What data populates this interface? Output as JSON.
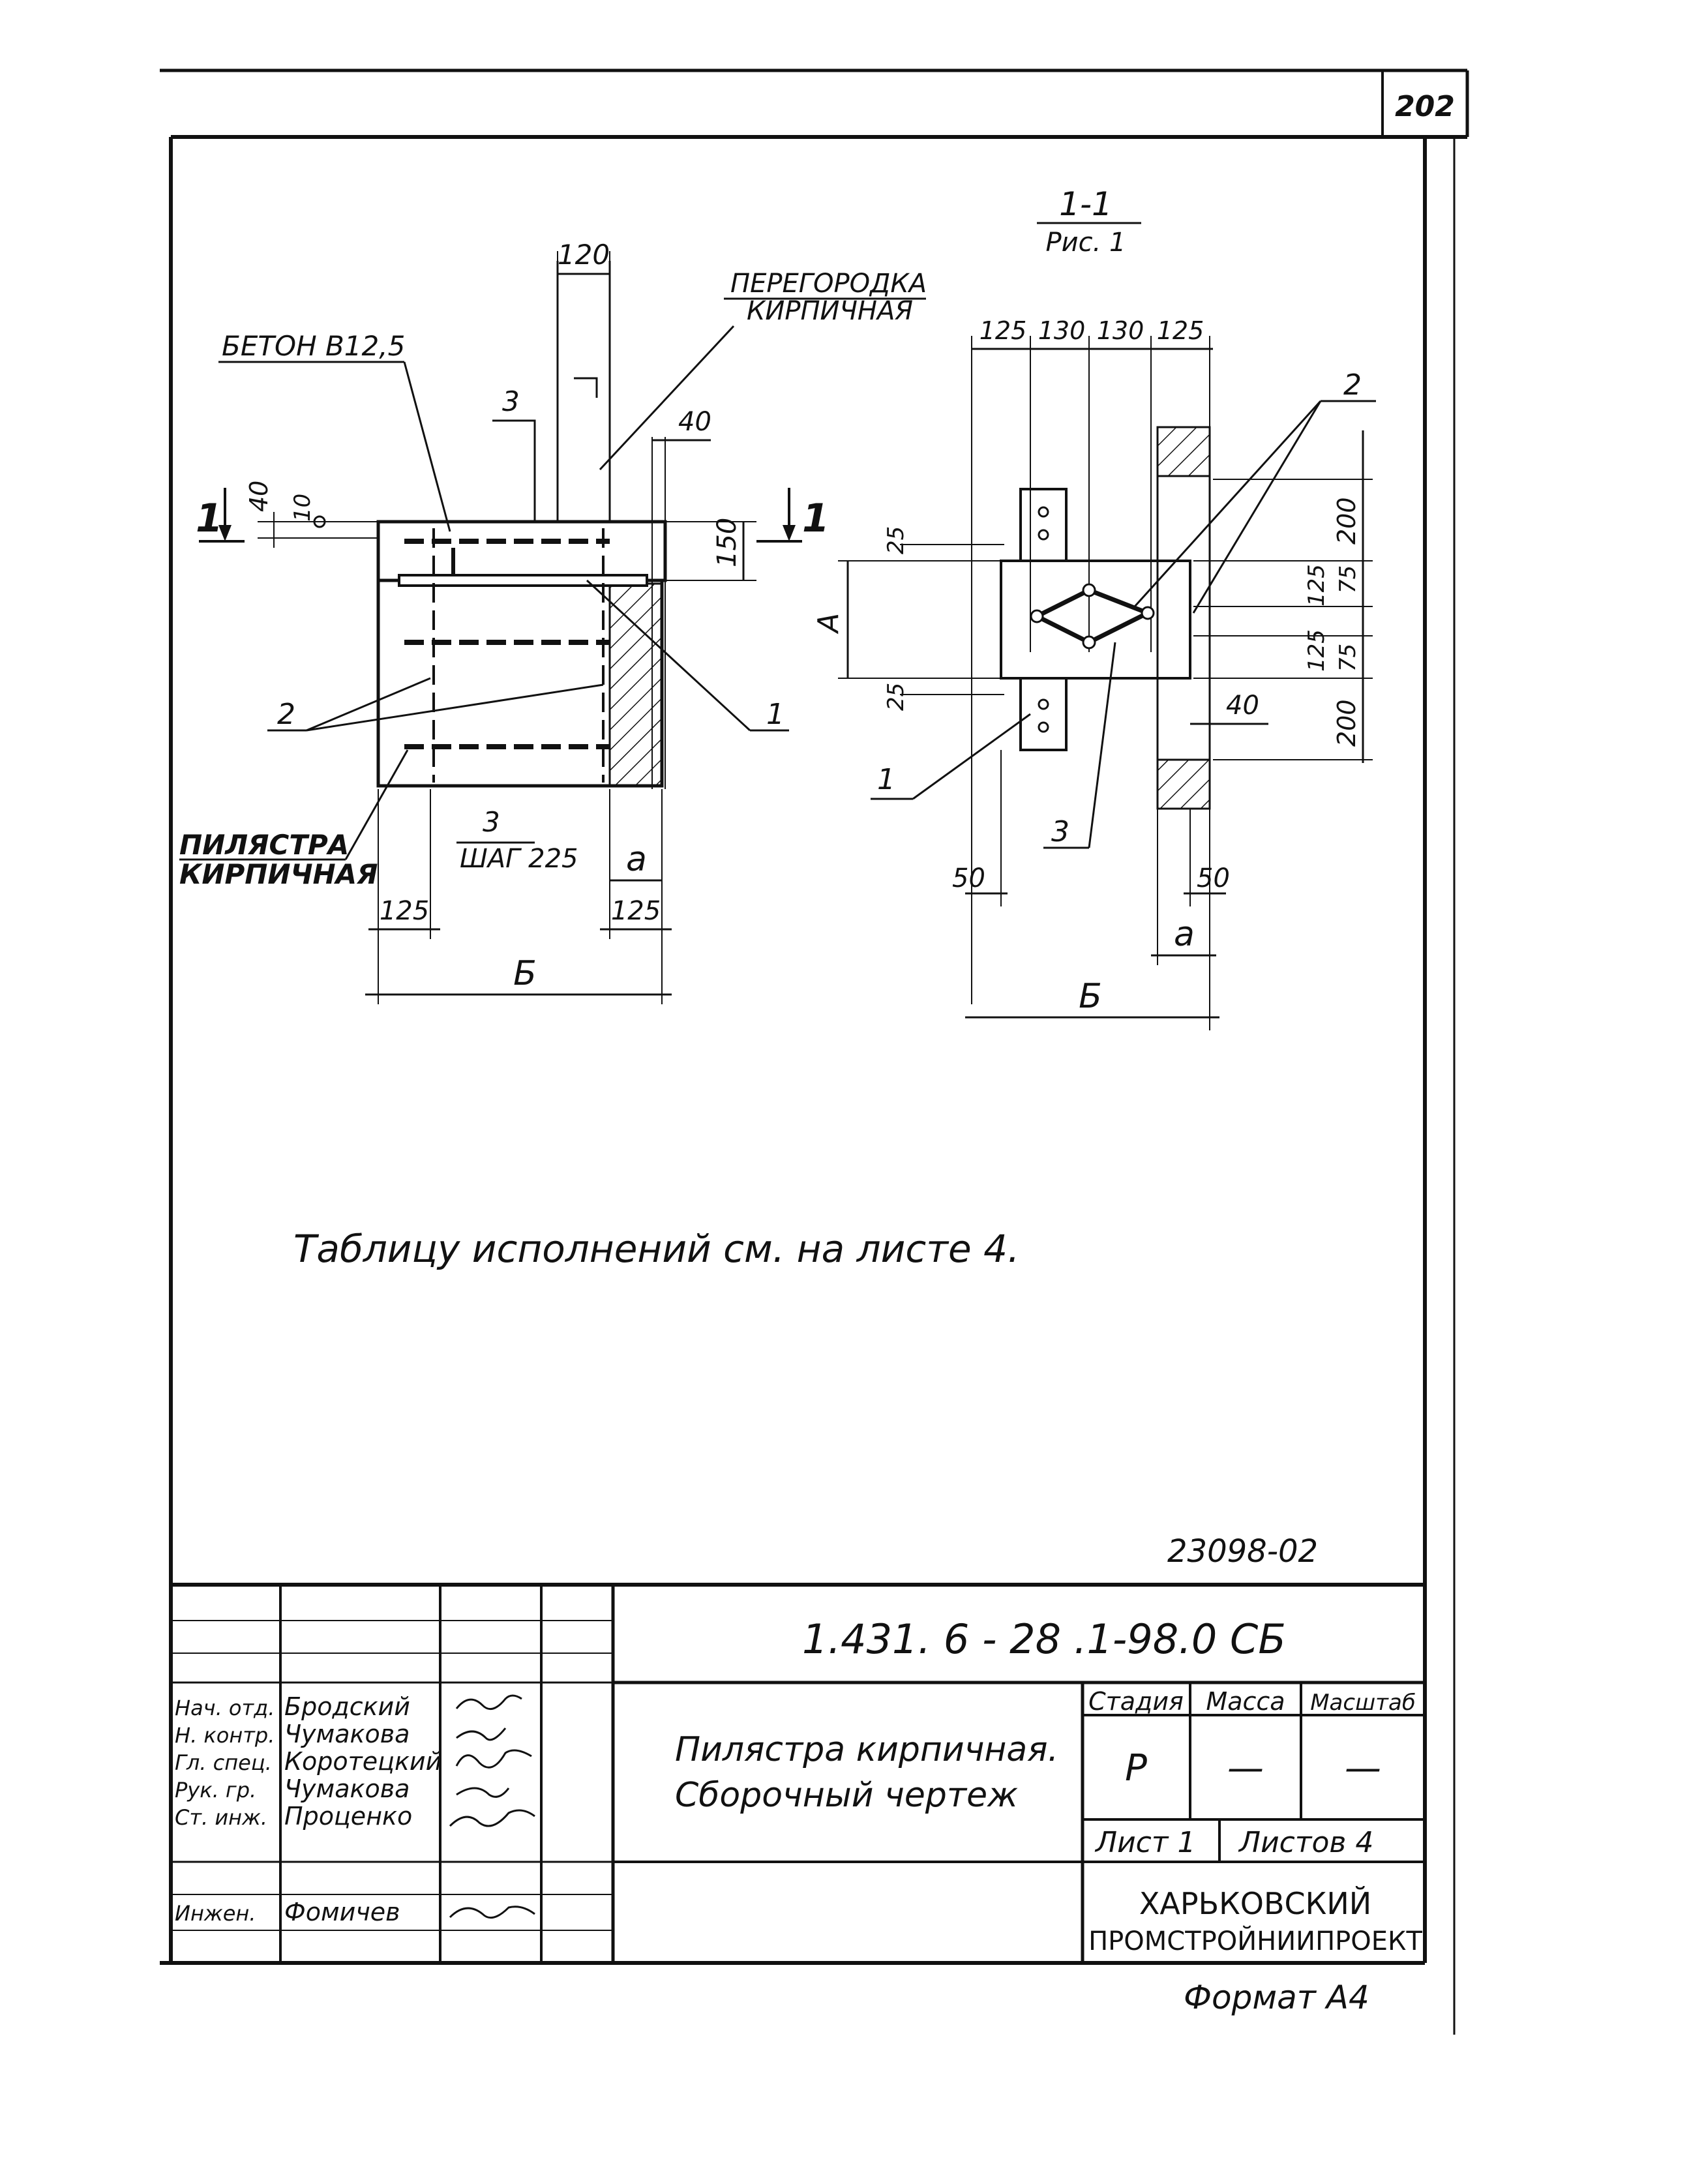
{
  "sheet_number": "202",
  "section_label": "1-1",
  "figure_label": "Рис. 1",
  "left_view": {
    "top_width": "120",
    "wall_label_1": "ПЕРЕГОРОДКА",
    "wall_label_2": "КИРПИЧНАЯ",
    "concrete_label": "БЕТОН В12,5",
    "callout_3": "3",
    "dim_40": "40",
    "dim_40_left": "40",
    "dim_10": "10",
    "dim_150": "150",
    "section_mark": "1",
    "callout_1": "1",
    "callout_2": "2",
    "pilaster_label_1": "ПИЛЯСТРА",
    "pilaster_label_2": "КИРПИЧНАЯ",
    "step_num": "3",
    "step_label": "ШАГ 225",
    "dim_a": "а",
    "dim_125_left": "125",
    "dim_125_right": "125",
    "dim_B": "Б"
  },
  "right_view": {
    "top_dims": [
      "125",
      "130",
      "130",
      "125"
    ],
    "callout_2": "2",
    "right_dims": [
      "200",
      "75",
      "125",
      "125",
      "75",
      "200"
    ],
    "dim_25_top": "25",
    "dim_25_bottom": "25",
    "dim_A": "А",
    "dim_40": "40",
    "callout_1": "1",
    "callout_3": "3",
    "dim_50_left": "50",
    "dim_50_right": "50",
    "dim_a": "а",
    "dim_B": "Б"
  },
  "note": "Таблицу исполнений см. на листе 4.",
  "doc_inventory": "23098-02",
  "title_block": {
    "designation": "1.431. 6 - 28 .1-98.0 СБ",
    "title_line1": "Пилястра кирпичная.",
    "title_line2": "Сборочный чертеж",
    "stage_header": "Стадия",
    "mass_header": "Масса",
    "scale_header": "Масштаб",
    "stage_value": "Р",
    "mass_value": "—",
    "scale_value": "—",
    "sheet_label": "Лист 1",
    "sheets_label": "Листов 4",
    "org_line1": "ХАРЬКОВСКИЙ",
    "org_line2": "ПРОМСТРОЙНИИПРОЕКТ",
    "roles": [
      {
        "role": "Нач. отд.",
        "name": "Бродский"
      },
      {
        "role": "Н. контр.",
        "name": "Чумакова"
      },
      {
        "role": "Гл. спец.",
        "name": "Коротецкий"
      },
      {
        "role": "Рук. гр.",
        "name": "Чумакова"
      },
      {
        "role": "Ст. инж.",
        "name": "Проценко"
      },
      {
        "role": "Инжен.",
        "name": "Фомичев"
      }
    ]
  },
  "format_label": "Формат А4"
}
